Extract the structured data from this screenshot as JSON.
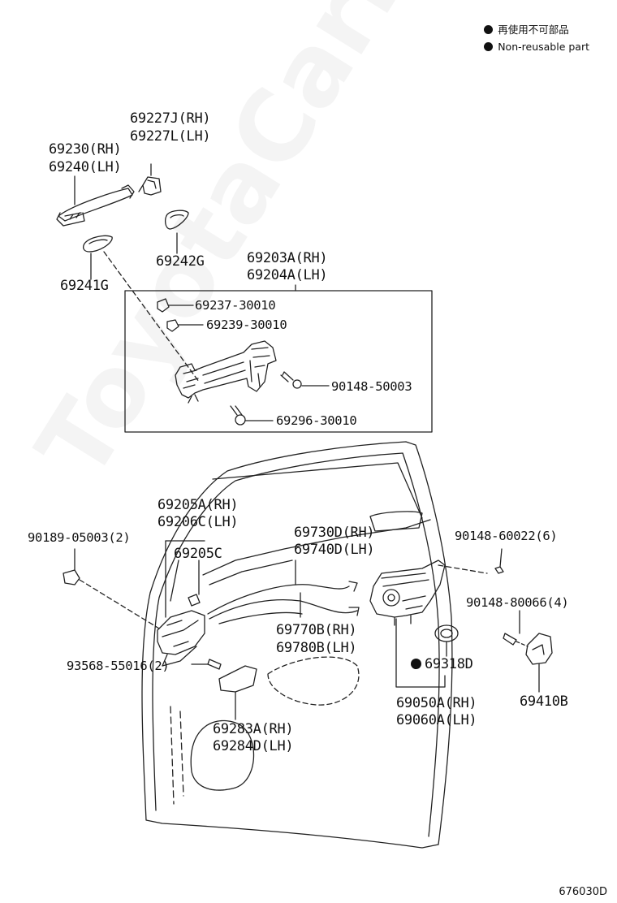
{
  "legend": {
    "jp_label": "再使用不可部品",
    "en_label": "Non-reusable part"
  },
  "watermark": "ToyotaCarMine.ru",
  "drawing_id": "676030D",
  "parts": {
    "p69227J": "69227J(RH)",
    "p69227L": "69227L(LH)",
    "p69230": "69230(RH)",
    "p69240": "69240(LH)",
    "p69242G": "69242G",
    "p69241G": "69241G",
    "p69203A": "69203A(RH)",
    "p69204A": "69204A(LH)",
    "p69237": "69237-30010",
    "p69239": "69239-30010",
    "p90148_50003": "90148-50003",
    "p69296": "69296-30010",
    "p69205A": "69205A(RH)",
    "p69206C": "69206C(LH)",
    "p69205C": "69205C",
    "p90189": "90189-05003(2)",
    "p69730D": "69730D(RH)",
    "p69740D": "69740D(LH)",
    "p90148_60022": "90148-60022(6)",
    "p90148_80066": "90148-80066(4)",
    "p69770B": "69770B(RH)",
    "p69780B": "69780B(LH)",
    "p93568": "93568-55016(2)",
    "p69318D": "69318D",
    "p69410B": "69410B",
    "p69050A": "69050A(RH)",
    "p69060A": "69060A(LH)",
    "p69283A": "69283A(RH)",
    "p69284D": "69284D(LH)"
  }
}
